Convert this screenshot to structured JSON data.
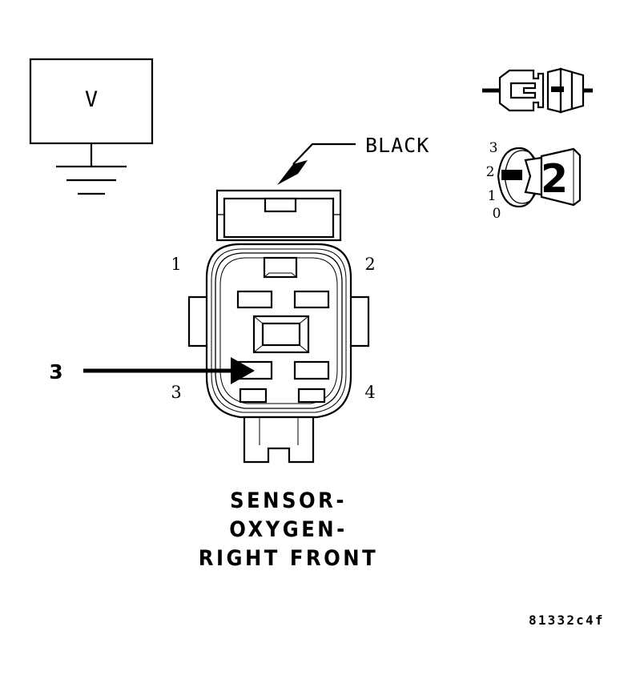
{
  "diagram": {
    "title_lines": [
      "SENSOR-",
      "OXYGEN-",
      "RIGHT FRONT"
    ],
    "figure_code": "81332c4f",
    "background_color": "#ffffff",
    "line_color": "#000000"
  },
  "meter": {
    "name": "voltmeter",
    "symbol": "V",
    "ground_symbol": "earth-ground"
  },
  "wire_callout": {
    "label": "BLACK",
    "points_to": "connector-top-latch"
  },
  "cavity_callout": {
    "label": "3",
    "points_to": "cavity-3"
  },
  "connector": {
    "name": "oxygen-sensor-connector",
    "pin_labels": [
      "1",
      "2",
      "3",
      "4"
    ],
    "pin_1": "1",
    "pin_2": "2",
    "pin_3": "3",
    "pin_4": "4"
  },
  "terminal_detail": {
    "name": "terminal-pin-side-view"
  },
  "grommet_detail": {
    "name": "cable-seal-end-view",
    "big_label": "2",
    "scale_marks": [
      "3",
      "2",
      "1",
      "0"
    ],
    "scale_3": "3",
    "scale_2": "2",
    "scale_1": "1",
    "scale_0": "0"
  }
}
